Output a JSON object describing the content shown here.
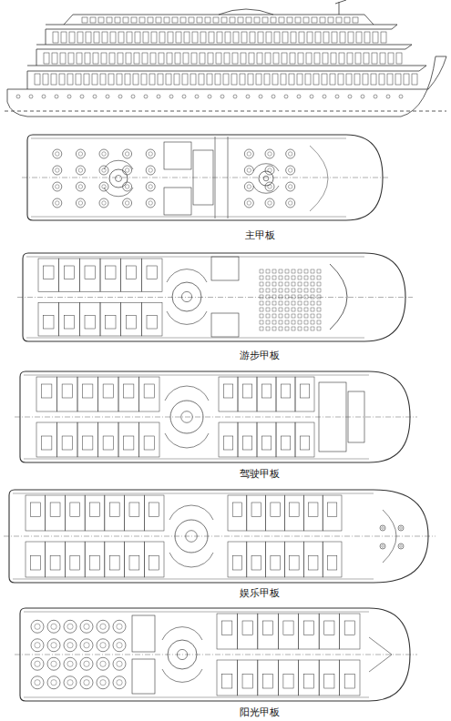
{
  "diagram": {
    "labels": [
      "主甲板",
      "游步甲板",
      "驾驶甲板",
      "娱乐甲板",
      "阳光甲板"
    ]
  }
}
